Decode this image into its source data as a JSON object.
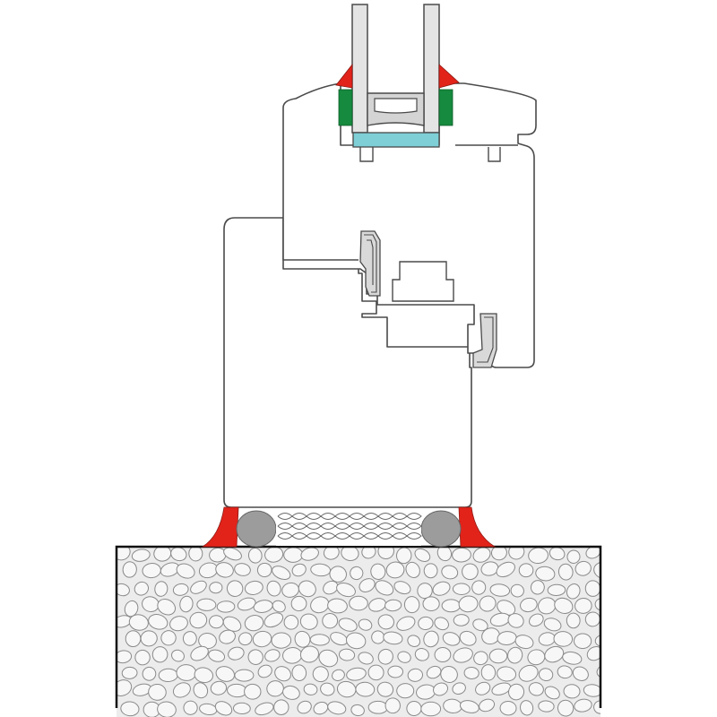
{
  "diagram": {
    "kind": "window-sill-installation-cross-section",
    "components": [
      "double-glazing-panes",
      "glass-spacer",
      "glazing-bead",
      "glazing-seal",
      "glazing-block",
      "sash-profile",
      "frame-profile",
      "rebate-seals",
      "sealing-tape",
      "backer-rods",
      "insulation-foam",
      "masonry-substrate"
    ],
    "colors": {
      "outline": "#4a4a4a",
      "profile_fill": "#ffffff",
      "glass": "#e4e4e4",
      "sealant_red": "#e2231a",
      "seal_green": "#168a3e",
      "setting_block": "#7ecfd6",
      "backer_rod": "#9c9c9c",
      "foam_stroke": "#6a6a6a",
      "masonry_fill": "#ececec",
      "masonry_stroke": "#8a8a8a",
      "masonry_border": "#111111"
    }
  }
}
